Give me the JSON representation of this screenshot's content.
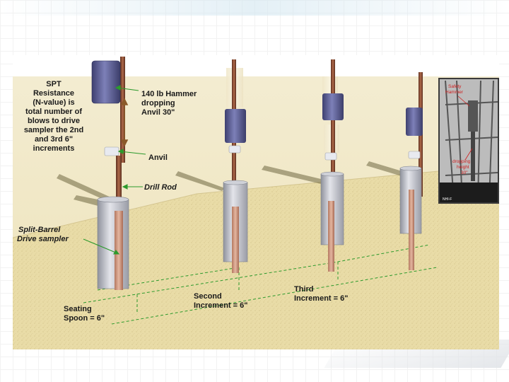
{
  "labels": {
    "spt": [
      "SPT",
      "Resistance",
      "(N-value) is",
      "total number of",
      "blows to drive",
      "sampler the 2nd",
      "and 3rd 6\"",
      "increments"
    ],
    "hammer": [
      "140 lb Hammer",
      "dropping",
      "Anvil  30\""
    ],
    "anvil": "Anvil",
    "drill_rod": "Drill Rod",
    "sampler": [
      "Split-Barrel",
      "Drive sampler"
    ],
    "seating": [
      "Seating",
      "Spoon = 6\""
    ],
    "second": [
      "Second",
      "Increment = 6\""
    ],
    "third": [
      "Third",
      "Increment = 6\""
    ]
  },
  "photo_inset": {
    "hammer_label": [
      "Safety",
      "Hammer"
    ],
    "drop_label": [
      "dropping",
      "height",
      "30\""
    ],
    "caption": "NHI-F"
  },
  "colors": {
    "soil": "#e9dca7",
    "rod": "#8a4e36",
    "hammer": "#5a5c92",
    "casing": "#b9bbc4",
    "leader_line": "#2c9a2c",
    "photo_label": "#d02020"
  }
}
